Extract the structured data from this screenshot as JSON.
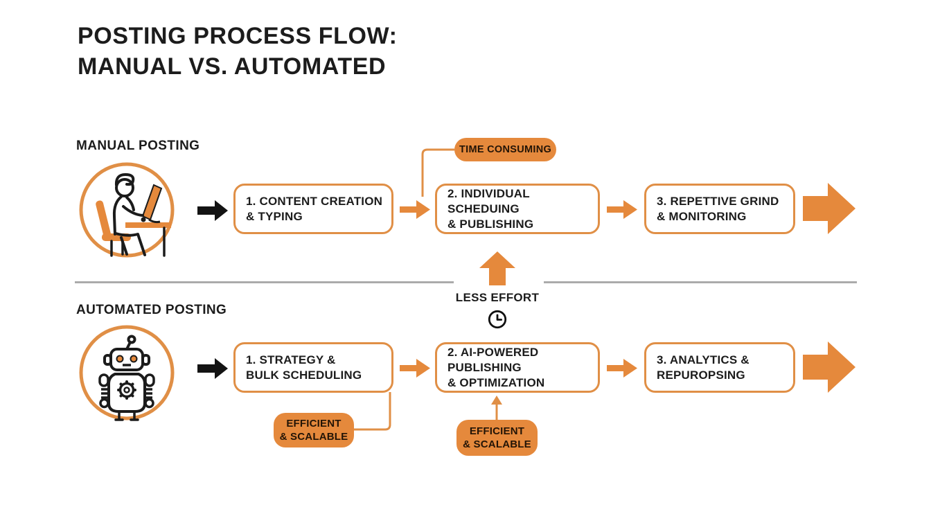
{
  "title": {
    "line1": "POSTING PROCESS FLOW:",
    "line2": "MANUAL VS. AUTOMATED"
  },
  "colors": {
    "orange": "#E5893C",
    "border": "#E08F46",
    "text": "#1C1C1C",
    "divider": "#ABABAB",
    "background": "#FFFFFF"
  },
  "manual": {
    "label": "MANUAL POSTING",
    "icon": "person-at-desk-icon",
    "callout": {
      "label": "TIME CONSUMING"
    },
    "steps": [
      {
        "line1": "1. CONTENT CREATION",
        "line2": "& TYPING"
      },
      {
        "line1": "2. INDIVIDUAL SCHEDUING",
        "line2": "& PUBLISHING"
      },
      {
        "line1": "3. REPETTIVE GRIND",
        "line2": "& MONITORING"
      }
    ]
  },
  "divider": {
    "label": "LESS EFFORT",
    "icon": "clock-icon"
  },
  "automated": {
    "label": "AUTOMATED POSTING",
    "icon": "robot-icon",
    "steps": [
      {
        "line1": "1. STRATEGY &",
        "line2": "BULK SCHEDULING"
      },
      {
        "line1": "2. AI-POWERED PUBLISHING",
        "line2": "& OPTIMIZATION"
      },
      {
        "line1": "3. ANALYTICS &",
        "line2": "REPUROPSING"
      }
    ],
    "callouts": [
      {
        "line1": "EFFICIENT",
        "line2": "& SCALABLE"
      },
      {
        "line1": "EFFICIENT",
        "line2": "& SCALABLE"
      }
    ]
  }
}
